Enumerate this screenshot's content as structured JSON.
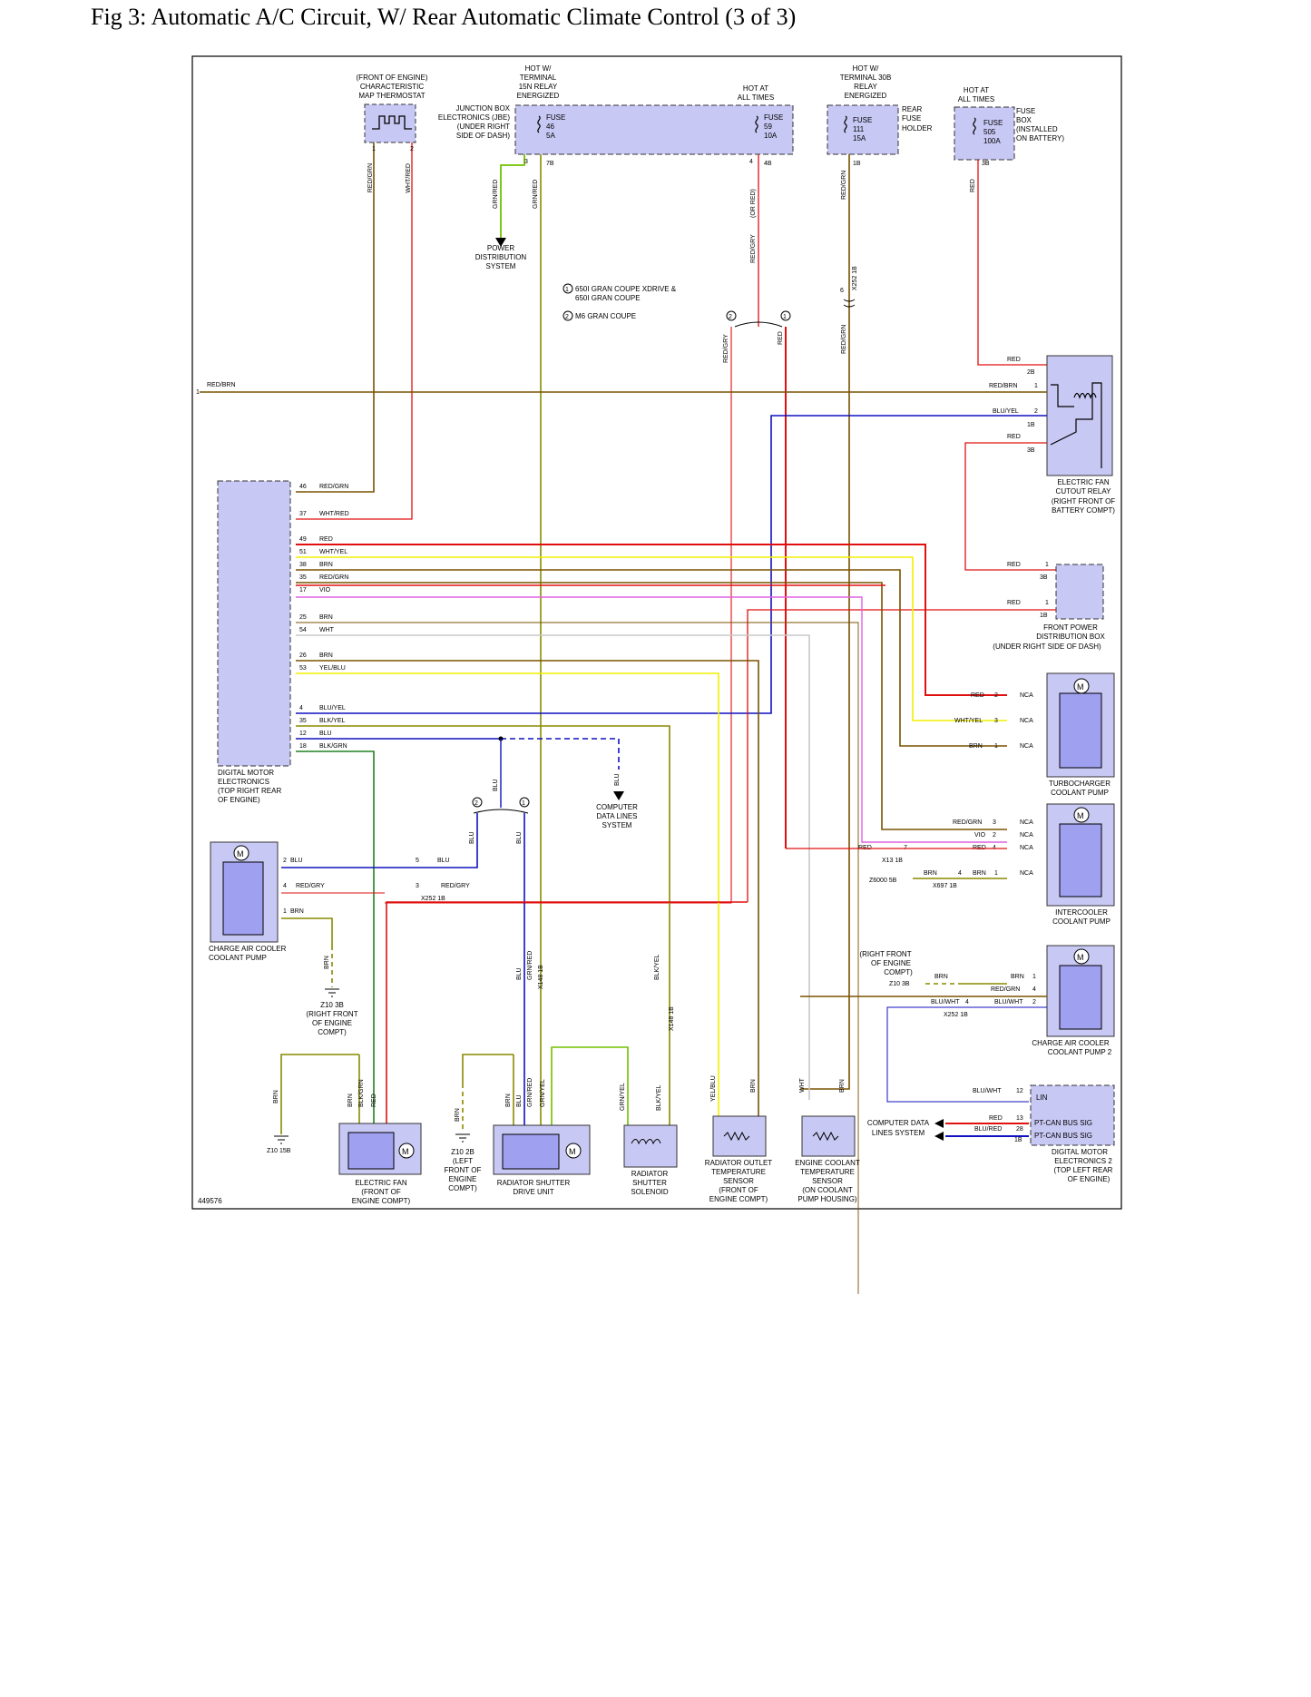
{
  "title": "Fig 3: Automatic A/C Circuit, W/ Rear Automatic Climate Control (3 of 3)",
  "figure_id": "449576",
  "components": {
    "thermostat": [
      "(FRONT OF ENGINE)",
      "CHARACTERISTIC",
      "MAP THERMOSTAT"
    ],
    "jbe_hot": [
      "HOT W/",
      "TERMINAL",
      "15N RELAY",
      "ENERGIZED"
    ],
    "jbe_label": [
      "JUNCTION BOX",
      "ELECTRONICS (JBE)",
      "(UNDER RIGHT",
      "SIDE OF DASH)"
    ],
    "fuse46": [
      "FUSE",
      "46",
      "5A"
    ],
    "hot_always_1": [
      "HOT AT",
      "ALL TIMES"
    ],
    "fuse59": [
      "FUSE",
      "59",
      "10A"
    ],
    "rear_hot": [
      "HOT W/",
      "TERMINAL 30B",
      "RELAY",
      "ENERGIZED"
    ],
    "fuse111": [
      "FUSE",
      "111",
      "15A"
    ],
    "rear_fuse_holder": [
      "REAR",
      "FUSE",
      "HOLDER"
    ],
    "hot_always_2": [
      "HOT AT",
      "ALL TIMES"
    ],
    "fuse505": [
      "FUSE",
      "505",
      "100A"
    ],
    "fuse_box": [
      "FUSE",
      "BOX",
      "(INSTALLED",
      "ON BATTERY)"
    ],
    "power_dist": [
      "POWER",
      "DISTRIBUTION",
      "SYSTEM"
    ],
    "legend1": "650I GRAN COUPE XDRIVE &",
    "legend1b": "650I GRAN COUPE",
    "legend2": "M6 GRAN COUPE",
    "dme": [
      "DIGITAL MOTOR",
      "ELECTRONICS",
      "(TOP RIGHT REAR",
      "OF ENGINE)"
    ],
    "fan_relay": [
      "ELECTRIC FAN",
      "CUTOUT RELAY",
      "(RIGHT FRONT OF",
      "BATTERY COMPT)"
    ],
    "front_pdb": [
      "FRONT POWER",
      "DISTRIBUTION BOX",
      "(UNDER RIGHT SIDE OF DASH)"
    ],
    "turbo_pump": [
      "TURBOCHARGER",
      "COOLANT PUMP"
    ],
    "intercooler_pump": [
      "INTERCOOLER",
      "COOLANT PUMP"
    ],
    "cac_pump": [
      "CHARGE AIR COOLER",
      "COOLANT PUMP"
    ],
    "cac_pump2": [
      "CHARGE AIR COOLER",
      "COOLANT PUMP 2"
    ],
    "comp_data": [
      "COMPUTER",
      "DATA LINES",
      "SYSTEM"
    ],
    "comp_data2": [
      "COMPUTER DATA",
      "LINES SYSTEM"
    ],
    "right_front": [
      "(RIGHT FRONT",
      "OF ENGINE",
      "COMPT)"
    ],
    "z10_3b": [
      "Z10 3B",
      "(RIGHT FRONT",
      "OF ENGINE",
      "COMPT)"
    ],
    "z10_2b": [
      "Z10 2B",
      "(LEFT",
      "FRONT OF",
      "ENGINE",
      "COMPT)"
    ],
    "z10_15b": "Z10 15B",
    "z10_3b_right": "Z10 3B",
    "z6000": "Z6000 5B",
    "elec_fan": [
      "ELECTRIC FAN",
      "(FRONT OF",
      "ENGINE COMPT)"
    ],
    "shutter_drive": [
      "RADIATOR SHUTTER",
      "DRIVE UNIT"
    ],
    "shutter_sol": [
      "RADIATOR",
      "SHUTTER",
      "SOLENOID"
    ],
    "rad_sensor": [
      "RADIATOR OUTLET",
      "TEMPERATURE",
      "SENSOR",
      "(FRONT OF",
      "ENGINE COMPT)"
    ],
    "ect_sensor": [
      "ENGINE COOLANT",
      "TEMPERATURE",
      "SENSOR",
      "(ON COOLANT",
      "PUMP HOUSING)"
    ],
    "dme2": [
      "DIGITAL MOTOR",
      "ELECTRONICS 2",
      "(TOP LEFT REAR",
      "OF ENGINE)"
    ],
    "pt_can_sig": "PT-CAN BUS SIG",
    "lin": "LIN"
  },
  "dme_pins": [
    {
      "pin": "46",
      "wire": "RED/GRN",
      "y": 0
    },
    {
      "pin": "37",
      "wire": "WHT/RED"
    },
    {
      "pin": "49",
      "wire": "RED"
    },
    {
      "pin": "51",
      "wire": "WHT/YEL"
    },
    {
      "pin": "38",
      "wire": "BRN"
    },
    {
      "pin": "35",
      "wire": "RED/GRN"
    },
    {
      "pin": "17",
      "wire": "VIO"
    },
    {
      "pin": "25",
      "wire": "BRN"
    },
    {
      "pin": "54",
      "wire": "WHT"
    },
    {
      "pin": "26",
      "wire": "BRN"
    },
    {
      "pin": "53",
      "wire": "YEL/BLU"
    },
    {
      "pin": "4",
      "wire": "BLU/YEL"
    },
    {
      "pin": "35",
      "wire": "BLK/YEL"
    },
    {
      "pin": "12",
      "wire": "BLU"
    },
    {
      "pin": "18",
      "wire": "BLK/GRN"
    }
  ],
  "connector_codes": {
    "c3b": "3B",
    "c1b": "1B",
    "c2b": "2B",
    "c4b": "4B",
    "c7b": "7B",
    "x252": "X252 1B",
    "x13": "X13 1B",
    "x697": "X697 1B",
    "x148": "X148 1B"
  },
  "wires": {
    "RED_GRN": "RED/GRN",
    "WHT_RED": "WHT/RED",
    "GRN_RED": "GRN/RED",
    "RED_GRY": "RED/GRY",
    "OR_RED": "(OR RED)",
    "RED": "RED",
    "RED_BRN": "RED/BRN",
    "BLU_YEL": "BLU/YEL",
    "WHT_YEL": "WHT/YEL",
    "BRN": "BRN",
    "NCA": "NCA",
    "VIO": "VIO",
    "BLU": "BLU",
    "BLK_GRN": "BLK/GRN",
    "BLK_YEL": "BLK/YEL",
    "GRN_YEL": "GRN/YEL",
    "YEL_BLU": "YEL/BLU",
    "WHT": "WHT",
    "BLU_WHT": "BLU/WHT",
    "BLU_RED": "BLU/RED"
  },
  "colors": {
    "red": "#e01010",
    "brown": "#7a5200",
    "yellow": "#f0f000",
    "violet": "#e060e0",
    "blue": "#1010c0",
    "green": "#208020",
    "lime": "#70c000",
    "white": "#c8c8c8",
    "olive": "#8a8a00",
    "fill": "#c8c8f4",
    "box": "#000000"
  }
}
